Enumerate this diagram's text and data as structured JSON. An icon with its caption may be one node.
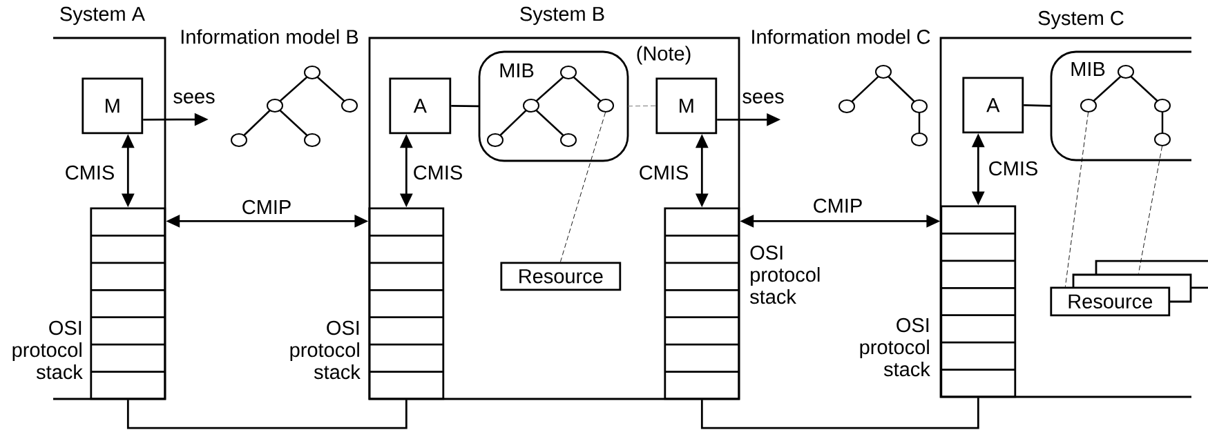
{
  "diagram": {
    "nodes": [
      {
        "text": [
          "System A"
        ]
      },
      {
        "text": [
          "M"
        ],
        "in": 0
      },
      {
        "text": [
          "OSI protocol stack"
        ],
        "in": 0
      },
      {
        "text": [],
        "shape": "picture",
        "beside": [
          "Information model B"
        ]
      },
      {
        "text": [
          "System B"
        ]
      },
      {
        "text": [
          "A"
        ],
        "in": 4
      },
      {
        "text": [
          "MIB"
        ],
        "in": 4
      },
      {
        "text": [
          "M"
        ],
        "in": 4
      },
      {
        "text": [
          "OSI protocol stack"
        ],
        "in": 4
      },
      {
        "text": [
          "Resource"
        ],
        "in": 4
      },
      {
        "text": [
          "OSI protocol stack"
        ],
        "in": 4
      },
      {
        "text": [],
        "shape": "picture",
        "beside": [
          "Information model C"
        ]
      },
      {
        "text": [
          "System C"
        ]
      },
      {
        "text": [
          "A"
        ],
        "in": 12
      },
      {
        "text": [
          "MIB"
        ],
        "in": 12
      },
      {
        "text": [
          "OSI protocol stack"
        ],
        "in": 12
      },
      {
        "text": [
          "Resource"
        ],
        "in": 12
      }
    ],
    "edges": [
      {
        "from": 1,
        "to": 3,
        "arrow": "to",
        "label": "sees"
      },
      {
        "from": 1,
        "to": 2,
        "arrow": "both",
        "label": "CMIS"
      },
      {
        "from": 2,
        "to": 8,
        "arrow": "both",
        "label": "CMIP"
      },
      {
        "from": 2,
        "to": 8,
        "arrow": "none"
      },
      {
        "from": 5,
        "to": 6,
        "arrow": "none"
      },
      {
        "from": 6,
        "to": 7,
        "arrow": "none",
        "style": "dashed",
        "color": "#666666"
      },
      {
        "from": 6,
        "to": 9,
        "arrow": "none",
        "style": "dashed"
      },
      {
        "from": 5,
        "to": 8,
        "arrow": "both",
        "label": "CMIS"
      },
      {
        "from": 7,
        "to": 10,
        "arrow": "both",
        "label": "CMIS"
      },
      {
        "from": 7,
        "to": null,
        "arrow": "to",
        "label": "sees"
      },
      {
        "from": 10,
        "to": 15,
        "arrow": "both",
        "label": "CMIP"
      },
      {
        "from": 10,
        "to": 15,
        "arrow": "none"
      },
      {
        "from": 13,
        "to": 14,
        "arrow": "none"
      },
      {
        "from": 13,
        "to": 15,
        "arrow": "both",
        "label": "CMIS"
      },
      {
        "from": 14,
        "to": 16,
        "arrow": "none",
        "style": "dashed"
      },
      {
        "from": 14,
        "to": 16,
        "arrow": "none",
        "style": "dashed"
      }
    ],
    "labels": [
      "(Note)"
    ]
  }
}
